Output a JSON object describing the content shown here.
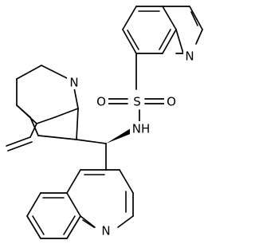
{
  "atoms": {
    "quinoline_top_n": "N",
    "sulfonyl_s": "S",
    "sulfonyl_o_left": "O",
    "sulfonyl_o_right": "O",
    "amide_nh": "NH",
    "quinuclidine_n": "N",
    "quinoline_bottom_n": "N"
  }
}
